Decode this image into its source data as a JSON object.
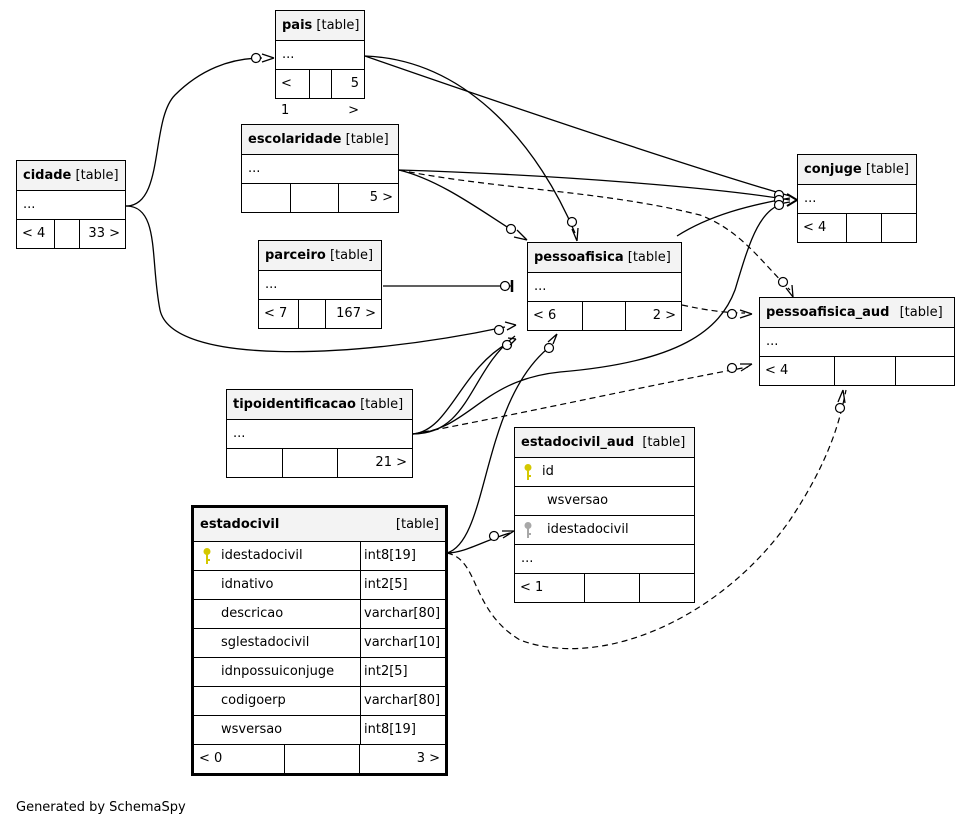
{
  "tables": {
    "pais": {
      "name": "pais",
      "tag": "[table]",
      "row": "...",
      "foot": [
        "< 1",
        "",
        "5 >"
      ]
    },
    "escolaridade": {
      "name": "escolaridade",
      "tag": "[table]",
      "row": "...",
      "foot": [
        "",
        "",
        "5 >"
      ]
    },
    "cidade": {
      "name": "cidade",
      "tag": "[table]",
      "row": "...",
      "foot": [
        "< 4",
        "",
        "33 >"
      ]
    },
    "conjuge": {
      "name": "conjuge",
      "tag": "[table]",
      "row": "...",
      "foot": [
        "< 4",
        "",
        ""
      ]
    },
    "parceiro": {
      "name": "parceiro",
      "tag": "[table]",
      "row": "...",
      "foot": [
        "< 7",
        "",
        "167 >"
      ]
    },
    "pessoafisica": {
      "name": "pessoafisica",
      "tag": "[table]",
      "row": "...",
      "foot": [
        "< 6",
        "",
        "2 >"
      ]
    },
    "pessoafisica_aud": {
      "name": "pessoafisica_aud",
      "tag": "[table]",
      "row": "...",
      "foot": [
        "< 4",
        "",
        ""
      ]
    },
    "tipoidentificacao": {
      "name": "tipoidentificacao",
      "tag": "[table]",
      "row": "...",
      "foot": [
        "",
        "",
        "21 >"
      ]
    },
    "estadocivil_aud": {
      "name": "estadocivil_aud",
      "tag": "[table]",
      "columns": [
        "id",
        "wsversao",
        "idestadocivil"
      ],
      "row": "...",
      "foot": [
        "< 1",
        "",
        ""
      ]
    },
    "estadocivil": {
      "name": "estadocivil",
      "tag": "[table]",
      "columns": [
        {
          "name": "idestadocivil",
          "type": "int8[19]"
        },
        {
          "name": "idnativo",
          "type": "int2[5]"
        },
        {
          "name": "descricao",
          "type": "varchar[80]"
        },
        {
          "name": "sglestadocivil",
          "type": "varchar[10]"
        },
        {
          "name": "idnpossuiconjuge",
          "type": "int2[5]"
        },
        {
          "name": "codigoerp",
          "type": "varchar[80]"
        },
        {
          "name": "wsversao",
          "type": "int8[19]"
        }
      ],
      "foot": [
        "< 0",
        "",
        "3 >"
      ]
    }
  },
  "icons": {
    "primary_key": "key-icon",
    "foreign_key": "key-icon"
  },
  "colors": {
    "header_bg": "#f3f3f3",
    "primary_key": "#d4c800",
    "foreign_key": "#a8a8a8"
  },
  "credit": "Generated by SchemaSpy"
}
